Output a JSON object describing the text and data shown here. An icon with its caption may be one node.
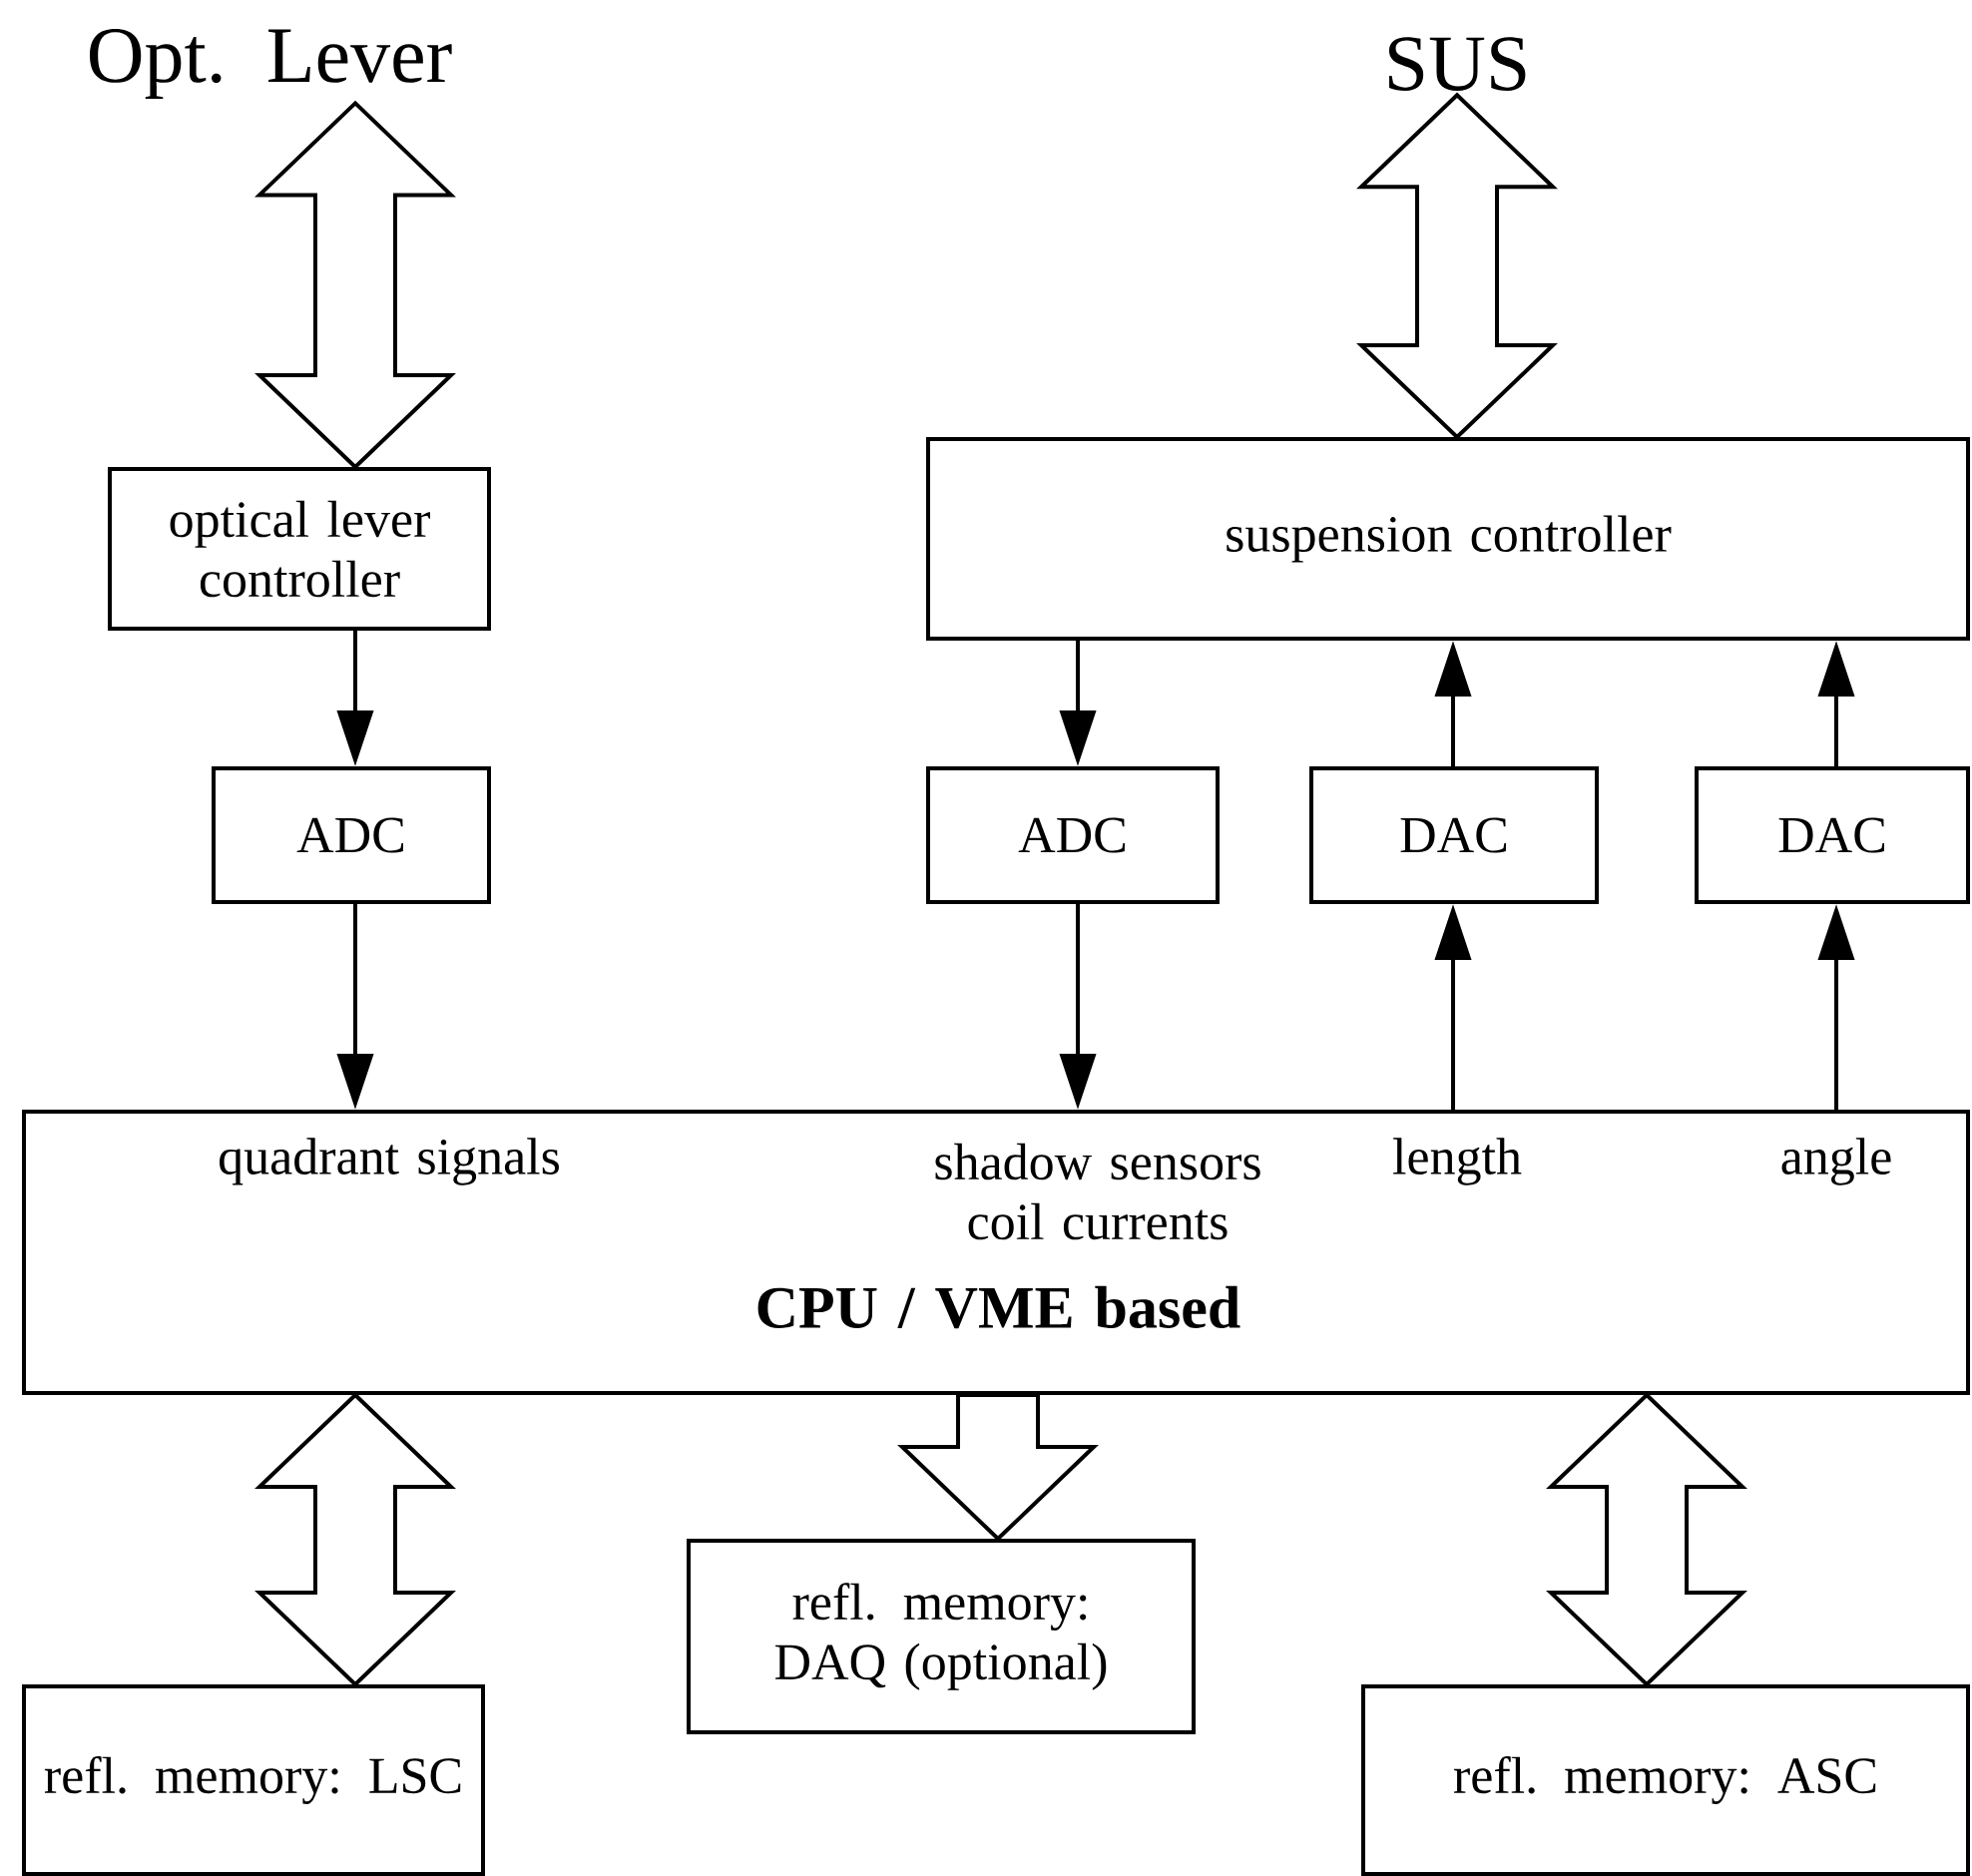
{
  "diagram": {
    "nodes": [
      {
        "text": [
          "Opt. Lever"
        ]
      },
      {
        "text": [
          "SUS"
        ]
      },
      {
        "text": [
          "optical lever controller"
        ]
      },
      {
        "text": [
          "suspension controller"
        ]
      },
      {
        "text": [
          "ADC"
        ]
      },
      {
        "text": [
          "ADC"
        ]
      },
      {
        "text": [
          "DAC"
        ]
      },
      {
        "text": [
          "DAC"
        ]
      },
      {
        "text": [
          "quadrant signals",
          "shadow sensors coil currents",
          "length",
          "angle",
          "CPU / VME based"
        ]
      },
      {
        "text": [
          "refl. memory: DAQ (optional)"
        ]
      },
      {
        "text": [
          "refl. memory: LSC"
        ]
      },
      {
        "text": [
          "refl. memory: ASC"
        ]
      }
    ],
    "edges": [
      {
        "from": 0,
        "to": 2,
        "arrow": "both",
        "style": "thick"
      },
      {
        "from": 1,
        "to": 3,
        "arrow": "both",
        "style": "thick"
      },
      {
        "from": 2,
        "to": 4,
        "arrow": "to"
      },
      {
        "from": 3,
        "to": 5,
        "arrow": "to"
      },
      {
        "from": 6,
        "to": 3,
        "arrow": "to"
      },
      {
        "from": 7,
        "to": 3,
        "arrow": "to"
      },
      {
        "from": 4,
        "to": 8,
        "arrow": "to"
      },
      {
        "from": 5,
        "to": 8,
        "arrow": "to"
      },
      {
        "from": 8,
        "to": 6,
        "arrow": "to"
      },
      {
        "from": 8,
        "to": 7,
        "arrow": "to"
      },
      {
        "from": 8,
        "to": 10,
        "arrow": "both",
        "style": "thick"
      },
      {
        "from": 8,
        "to": 9,
        "arrow": "to",
        "style": "thick"
      },
      {
        "from": 8,
        "to": 11,
        "arrow": "both",
        "style": "thick"
      }
    ]
  }
}
